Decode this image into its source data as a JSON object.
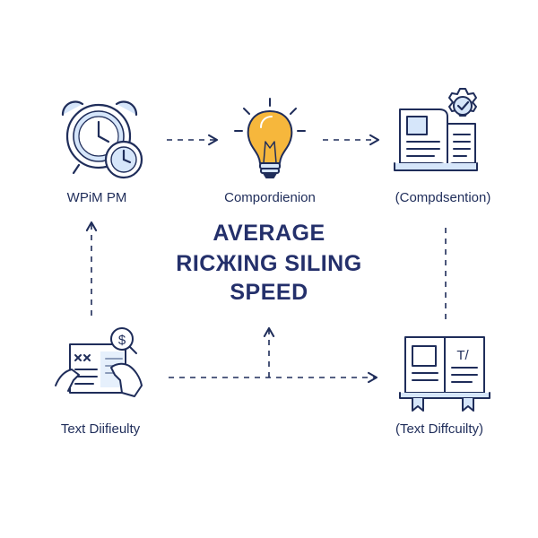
{
  "title": {
    "line1": "AVERAGE",
    "line2": "RIСЖING SILING",
    "line3": "SPEED"
  },
  "nodes": [
    {
      "id": "clock",
      "label": "WPiM PM",
      "icon": "alarm-clock-icon"
    },
    {
      "id": "bulb",
      "label": "Compordienion",
      "icon": "light-bulb-icon"
    },
    {
      "id": "book-gear",
      "label": "(Compdsention)",
      "icon": "book-gear-icon"
    },
    {
      "id": "hand-doc",
      "label": "Text Diifieulty",
      "icon": "document-magnifier-icon"
    },
    {
      "id": "book-bookmark",
      "label": "(Text Diffcuilty)",
      "icon": "book-bookmarks-icon"
    }
  ],
  "colors": {
    "navy": "#1f2d5a",
    "light_blue": "#d6e6fa",
    "bulb_yellow": "#f6b73c",
    "bulb_orange": "#e9892e"
  }
}
